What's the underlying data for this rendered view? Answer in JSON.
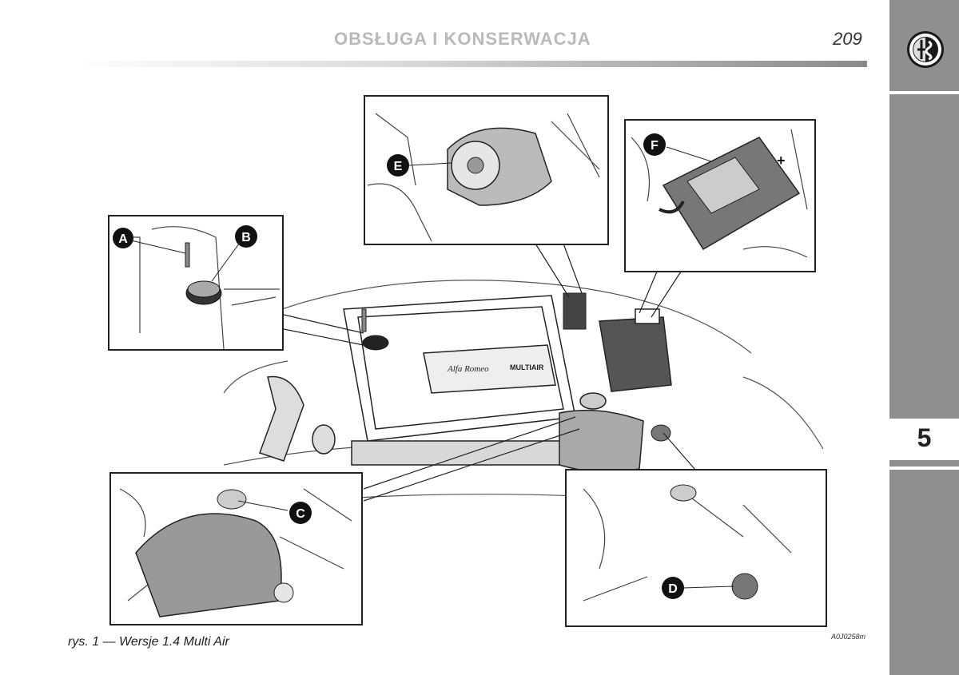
{
  "header": {
    "title": "OBSŁUGA I KONSERWACJA",
    "page_number": "209"
  },
  "side_tab": {
    "chapter": "5"
  },
  "figure": {
    "labels": {
      "a": "A",
      "b": "B",
      "c": "C",
      "d": "D",
      "e": "E",
      "f": "F"
    },
    "engine_text": {
      "brand": "Alfa Romeo",
      "model": "MULTIAIR"
    },
    "battery_plus": "+",
    "code": "A0J0258m"
  },
  "caption": "rys. 1 — Wersje 1.4 Multi Air"
}
